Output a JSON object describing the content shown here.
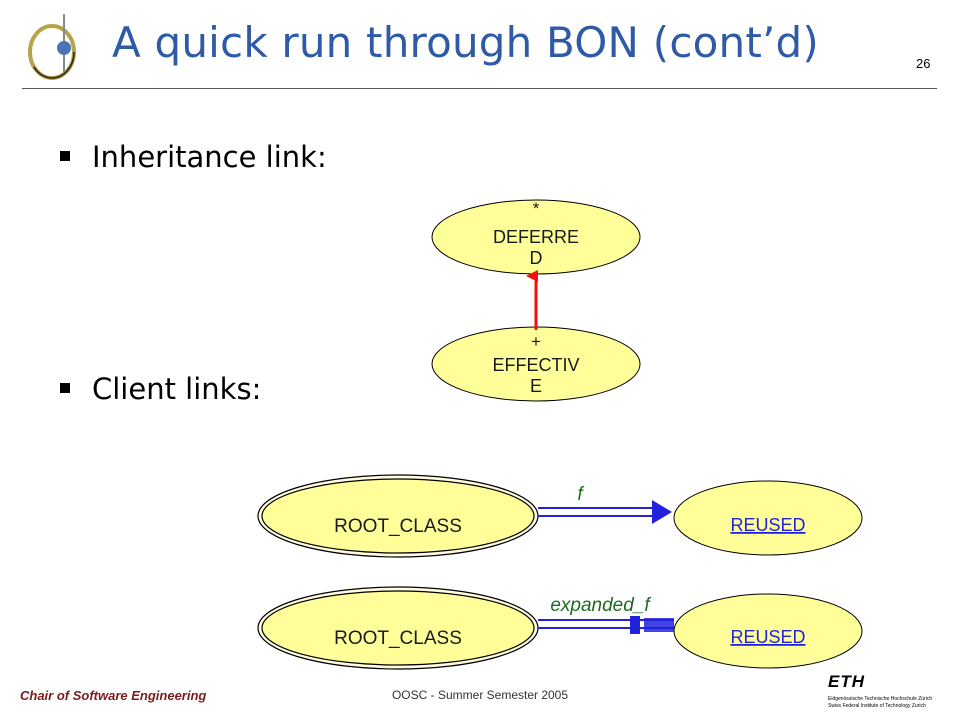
{
  "header": {
    "title": "A quick run through BON (cont’d)",
    "page_number": "26"
  },
  "bullets": [
    {
      "text": "Inheritance link:"
    },
    {
      "text": "Client links:"
    }
  ],
  "inheritance": {
    "parent": {
      "marker": "*",
      "line1": "DEFERRE",
      "line2": "D"
    },
    "child": {
      "marker": "+",
      "line1": "EFFECTIV",
      "line2": "E"
    }
  },
  "client_links": [
    {
      "client": "ROOT_CLASS",
      "supplier": "REUSED",
      "label": "f"
    },
    {
      "client": "ROOT_CLASS",
      "supplier": "REUSED",
      "label": "expanded_f"
    }
  ],
  "footer": {
    "chair": "Chair of Software Engineering",
    "course": "OOSC - Summer Semester 2005",
    "eth": "ETH",
    "eth_line1": "Eidgenössische Technische Hochschule Zürich",
    "eth_line2": "Swiss Federal Institute of Technology Zurich"
  },
  "colors": {
    "title": "#2e5aa6",
    "bubble_fill": "#ffff99",
    "inheritance_arrow": "#ee1111",
    "client_arrow": "#2222dd",
    "label_green": "#1e6b1e"
  }
}
